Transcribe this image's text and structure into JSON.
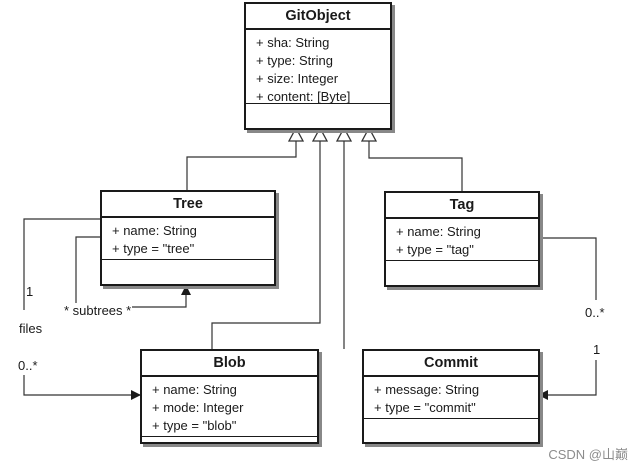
{
  "classes": {
    "gitobject": {
      "name": "GitObject",
      "attributes": [
        "+ sha: String",
        "+ type: String",
        "+ size: Integer",
        "+ content: [Byte]"
      ]
    },
    "tree": {
      "name": "Tree",
      "attributes": [
        "+ name: String",
        "+ type = \"tree\""
      ]
    },
    "tag": {
      "name": "Tag",
      "attributes": [
        "+ name: String",
        "+ type = \"tag\""
      ]
    },
    "blob": {
      "name": "Blob",
      "attributes": [
        "+ name: String",
        "+ mode: Integer",
        "+ type = \"blob\""
      ]
    },
    "commit": {
      "name": "Commit",
      "attributes": [
        "+ message: String",
        "+ type = \"commit\""
      ]
    }
  },
  "labels": {
    "tree_files_mult": "1",
    "files": "files",
    "blob_files_mult": "0..*",
    "subtrees": "* subtrees *",
    "tag_mult": "0..*",
    "commit_mult": "1"
  },
  "watermark": "CSDN @山巅"
}
